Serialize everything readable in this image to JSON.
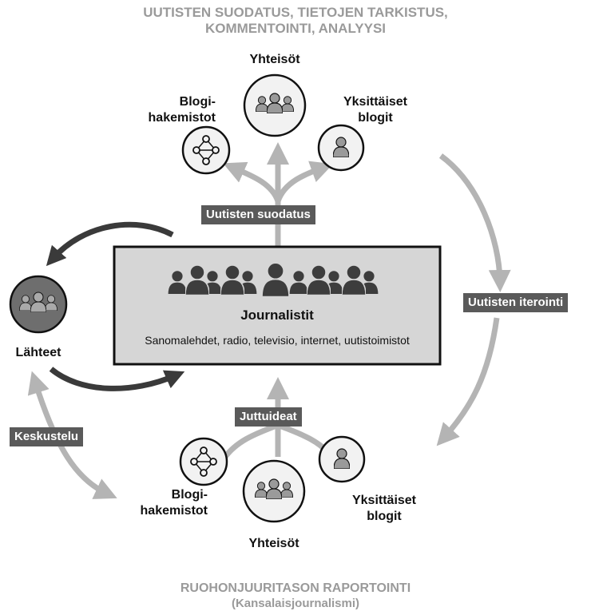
{
  "header": {
    "line1": "UUTISTEN SUODATUS, TIETOJEN TARKISTUS,",
    "line2": "KOMMENTOINTI, ANALYYSI"
  },
  "footer": {
    "line1": "RUOHONJUURITASON RAPORTOINTI",
    "line2": "(Kansalaisjournalismi)"
  },
  "center": {
    "title": "Journalistit",
    "subtitle": "Sanomalehdet, radio, televisio, internet, uutistoimistot"
  },
  "top_nodes": {
    "communities": "Yhteisöt",
    "blog_directories_1": "Blogi-",
    "blog_directories_2": "hakemistot",
    "individual_blogs_1": "Yksittäiset",
    "individual_blogs_2": "blogit"
  },
  "bottom_nodes": {
    "communities": "Yhteisöt",
    "blog_directories_1": "Blogi-",
    "blog_directories_2": "hakemistot",
    "individual_blogs_1": "Yksittäiset",
    "individual_blogs_2": "blogit"
  },
  "sources": {
    "label": "Lähteet"
  },
  "tags": {
    "news_filtering": "Uutisten suodatus",
    "news_iteration": "Uutisten iterointi",
    "story_ideas": "Juttuideat",
    "discussion": "Keskustelu"
  },
  "colors": {
    "dark_arrow": "#3a3a3a",
    "light_arrow": "#b4b4b4",
    "tag_bg": "#5a5a5a",
    "box_fill": "#d6d6d6",
    "heading_text": "#9a9a9a"
  }
}
